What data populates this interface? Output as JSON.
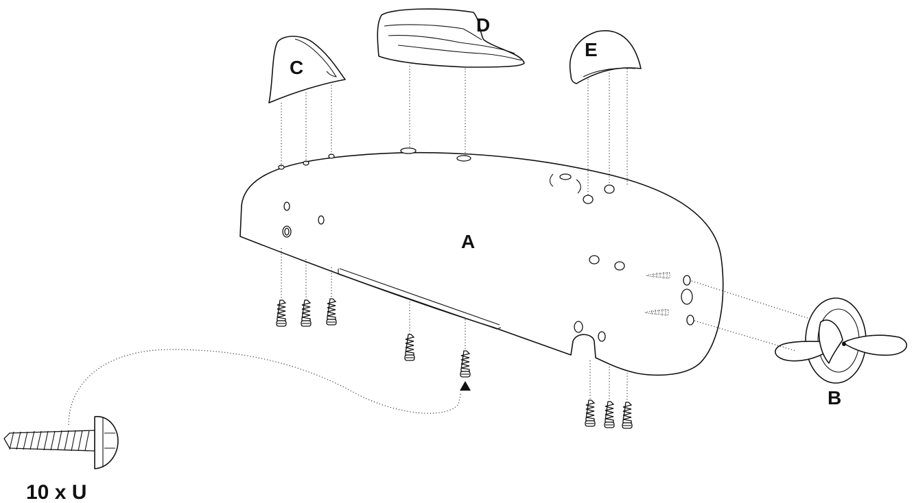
{
  "diagram": {
    "labels": {
      "a": "A",
      "b": "B",
      "c": "C",
      "d": "D",
      "e": "E"
    },
    "screw_quantity": "10 x U"
  }
}
